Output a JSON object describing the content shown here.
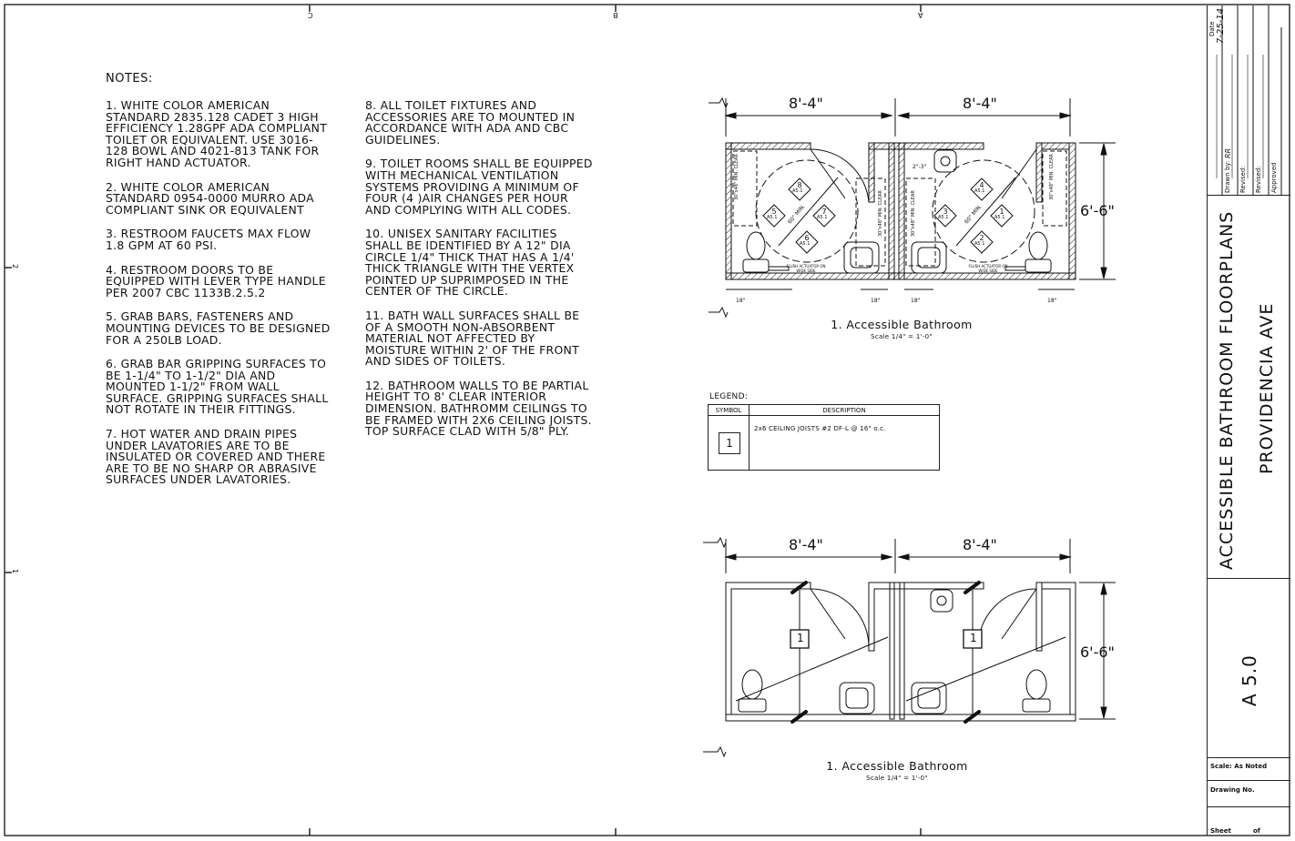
{
  "notes": {
    "title": "NOTES:",
    "column1": [
      "1.  WHITE COLOR AMERICAN STANDARD 2835.128 CADET 3 HIGH EFFICIENCY 1.28gpf ADA COMPLIANT TOILET OR EQUIVALENT.  USE 3016-128 BOWL AND 4021-813 TANK FOR RIGHT HAND ACTUATOR.",
      "2.  WHITE COLOR AMERICAN STANDARD 0954-0000 MURRO ADA COMPLIANT SINK OR EQUIVALENT",
      "3.  RESTROOM FAUCETS MAX FLOW 1.8 gpm AT 60 psi.",
      "4.  RESTROOM DOORS TO BE EQUIPPED WITH LEVER TYPE HANDLE PER 2007 CBC 1133B.2.5.2",
      "5. GRAB BARS, FASTENERS AND MOUNTING DEVICES TO BE DESIGNED FOR A 250LB LOAD.",
      "6. GRAB BAR GRIPPING SURFACES TO BE 1-1/4\" TO 1-1/2\"  DIA AND MOUNTED 1-1/2\" FROM WALL SURFACE.  GRIPPING SURFACES SHALL NOT ROTATE IN THEIR FITTINGS.",
      "7. HOT WATER AND DRAIN PIPES UNDER LAVATORIES ARE TO BE INSULATED OR COVERED AND THERE ARE TO BE NO SHARP OR ABRASIVE SURFACES UNDER LAVATORIES."
    ],
    "column2": [
      "8. ALL TOILET FIXTURES AND ACCESSORIES ARE TO MOUNTED IN ACCORDANCE WITH ADA AND CBC GUIDELINES.",
      "9. TOILET ROOMS SHALL BE EQUIPPED WITH MECHANICAL VENTILATION SYSTEMS PROVIDING A MINIMUM OF FOUR (4 )AIR CHANGES PER HOUR AND COMPLYING WITH ALL CODES.",
      "10. UNISEX SANITARY FACILITIES SHALL BE IDENTIFIED BY A 12\" DIA CIRCLE 1/4\" THICK THAT HAS A 1/4' THICK TRIANGLE WITH THE VERTEX POINTED UP SUPRIMPOSED IN THE CENTER OF THE CIRCLE.",
      "11. BATH WALL SURFACES SHALL BE OF A SMOOTH NON-ABSORBENT MATERIAL NOT AFFECTED BY MOISTURE WITHIN 2' OF THE FRONT AND SIDES OF TOILETS.",
      "12. BATHROOM WALLS TO BE PARTIAL HEIGHT TO 8' CLEAR INTERIOR DIMENSION. BATHROMM CEILINGS TO BE FRAMED WITH 2X6 CEILING JOISTS. TOP SURFACE CLAD WITH 5/8\" PLY."
    ]
  },
  "plan_top": {
    "dim_left": "8'-4\"",
    "dim_right": "8'-4\"",
    "dim_height": "6'-6\"",
    "clear_label": "30\"x48\" MIN. CLEAR",
    "turn_label": "60\" MIN.",
    "flush_label": "FLUSH ACTUATOR ON WIDE SIDE",
    "dim_18": "18\"",
    "dim_offset": "2\"-3\"",
    "tags": [
      "5",
      "6",
      "7",
      "8",
      "1",
      "2",
      "3",
      "4"
    ],
    "sheet_ref": "A5.1",
    "caption": "1. Accessible Bathroom",
    "scale": "Scale 1/4\" = 1'-0\""
  },
  "plan_bottom": {
    "dim_left": "8'-4\"",
    "dim_right": "8'-4\"",
    "dim_height": "6'-6\"",
    "joist_symbol": "1",
    "caption": "1. Accessible Bathroom",
    "scale": "Scale 1/4\" = 1'-0\""
  },
  "legend": {
    "title": "LEGEND:",
    "col_symbol": "SYMBOL",
    "col_description": "DESCRIPTION",
    "symbol": "1",
    "description": "2x6 CEILING JOISTS #2 DF-L  @ 16\" o.c."
  },
  "title_block": {
    "date_label": "Date",
    "date": "7-25-14",
    "drawn_by_label": "Drawn by:",
    "drawn_by": "RR",
    "revised_label": "Revised:",
    "approved_label": "Approved",
    "project_title": "ACCESSIBLE BATHROOM FLOORPLANS",
    "project_subtitle": "PROVIDENCIA AVE",
    "sheet_number": "A 5.0",
    "scale_label": "Scale:  As Noted",
    "drawing_no_label": "Drawing No.",
    "sheet_label": "Sheet",
    "of_label": "of"
  },
  "grid_marks": {
    "top": [
      "C",
      "B",
      "A"
    ],
    "left": [
      "2",
      "1"
    ]
  }
}
